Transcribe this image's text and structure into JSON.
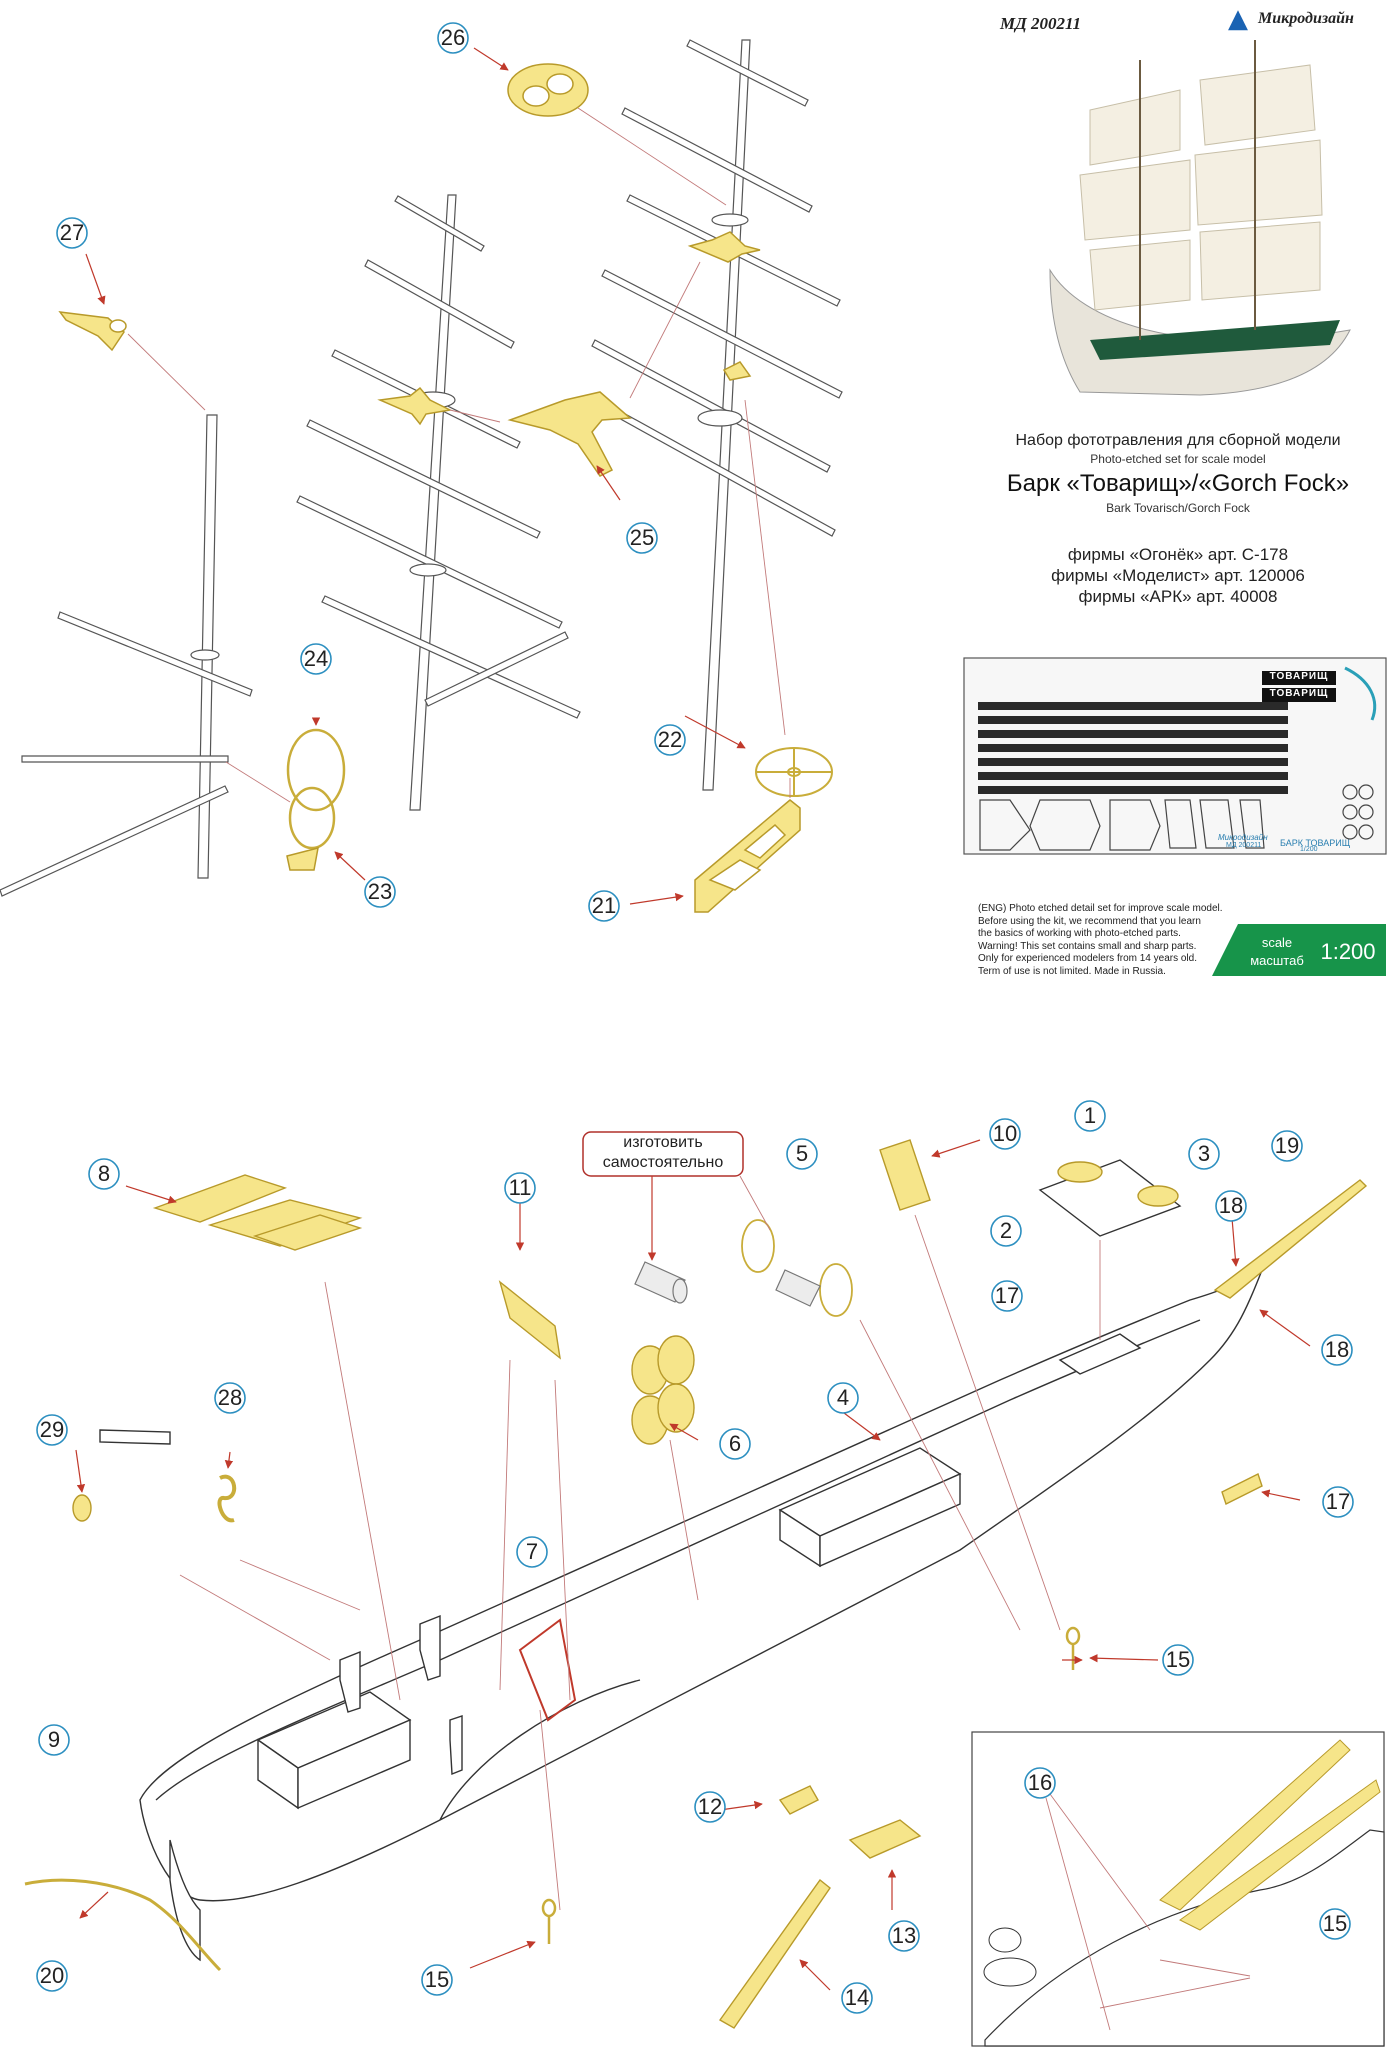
{
  "header": {
    "product_code": "МД 200211",
    "brand": "Микродизайн"
  },
  "info": {
    "title_ru": "Набор фототравления для сборной модели",
    "title_en": "Photo-etched set for scale model",
    "name_ru": "Барк «Товарищ»/«Gorch Fock»",
    "name_en": "Bark Tovarisch/Gorch Fock",
    "compat": [
      "фирмы «Огонёк» арт. С-178",
      "фирмы «Моделист» арт. 120006",
      "фирмы «АРК» арт. 40008"
    ]
  },
  "fret": {
    "label_1": "ТОВАРИЩ",
    "label_2": "ТОВАРИЩ",
    "brand": "Микродизайн",
    "code": "МД 200211",
    "bottom_title": "БАРК ТОВАРИЩ",
    "bottom_scale": "1/200"
  },
  "warning": {
    "lines": [
      "(ENG) Photo etched detail set for improve scale model.",
      "Before using the kit, we recommend that you learn",
      "the basics of working with photo-etched parts.",
      "Warning! This set contains small and sharp parts.",
      "Only for experienced modelers from 14 years old.",
      "Term of use is not limited. Made in Russia."
    ]
  },
  "scale_badge": {
    "label_en": "scale",
    "label_ru": "масштаб",
    "value": "1:200",
    "color": "#17944a"
  },
  "note_box": {
    "line1": "изготовить",
    "line2": "самостоятельно",
    "border_color": "#b0302a"
  },
  "colors": {
    "etched_part": "#f6e58a",
    "etched_stroke": "#b89a2a",
    "callout_circle": "#2c8fc0",
    "arrow": "#c0392b"
  },
  "callouts": [
    {
      "id": "c26",
      "num": "26"
    },
    {
      "id": "c27",
      "num": "27"
    },
    {
      "id": "c25",
      "num": "25"
    },
    {
      "id": "c24",
      "num": "24"
    },
    {
      "id": "c23",
      "num": "23"
    },
    {
      "id": "c22",
      "num": "22"
    },
    {
      "id": "c21",
      "num": "21"
    },
    {
      "id": "c8",
      "num": "8"
    },
    {
      "id": "c11",
      "num": "11"
    },
    {
      "id": "c5",
      "num": "5"
    },
    {
      "id": "c10",
      "num": "10"
    },
    {
      "id": "c1",
      "num": "1"
    },
    {
      "id": "c3",
      "num": "3"
    },
    {
      "id": "c19",
      "num": "19"
    },
    {
      "id": "c2",
      "num": "2"
    },
    {
      "id": "c18a",
      "num": "18"
    },
    {
      "id": "c17a",
      "num": "17"
    },
    {
      "id": "c18b",
      "num": "18"
    },
    {
      "id": "c29",
      "num": "29"
    },
    {
      "id": "c28",
      "num": "28"
    },
    {
      "id": "c6",
      "num": "6"
    },
    {
      "id": "c4",
      "num": "4"
    },
    {
      "id": "c17b",
      "num": "17"
    },
    {
      "id": "c7",
      "num": "7"
    },
    {
      "id": "c15a",
      "num": "15"
    },
    {
      "id": "c9",
      "num": "9"
    },
    {
      "id": "c12",
      "num": "12"
    },
    {
      "id": "c13",
      "num": "13"
    },
    {
      "id": "c20",
      "num": "20"
    },
    {
      "id": "c15b",
      "num": "15"
    },
    {
      "id": "c14",
      "num": "14"
    },
    {
      "id": "c16",
      "num": "16"
    },
    {
      "id": "c15c",
      "num": "15"
    }
  ]
}
